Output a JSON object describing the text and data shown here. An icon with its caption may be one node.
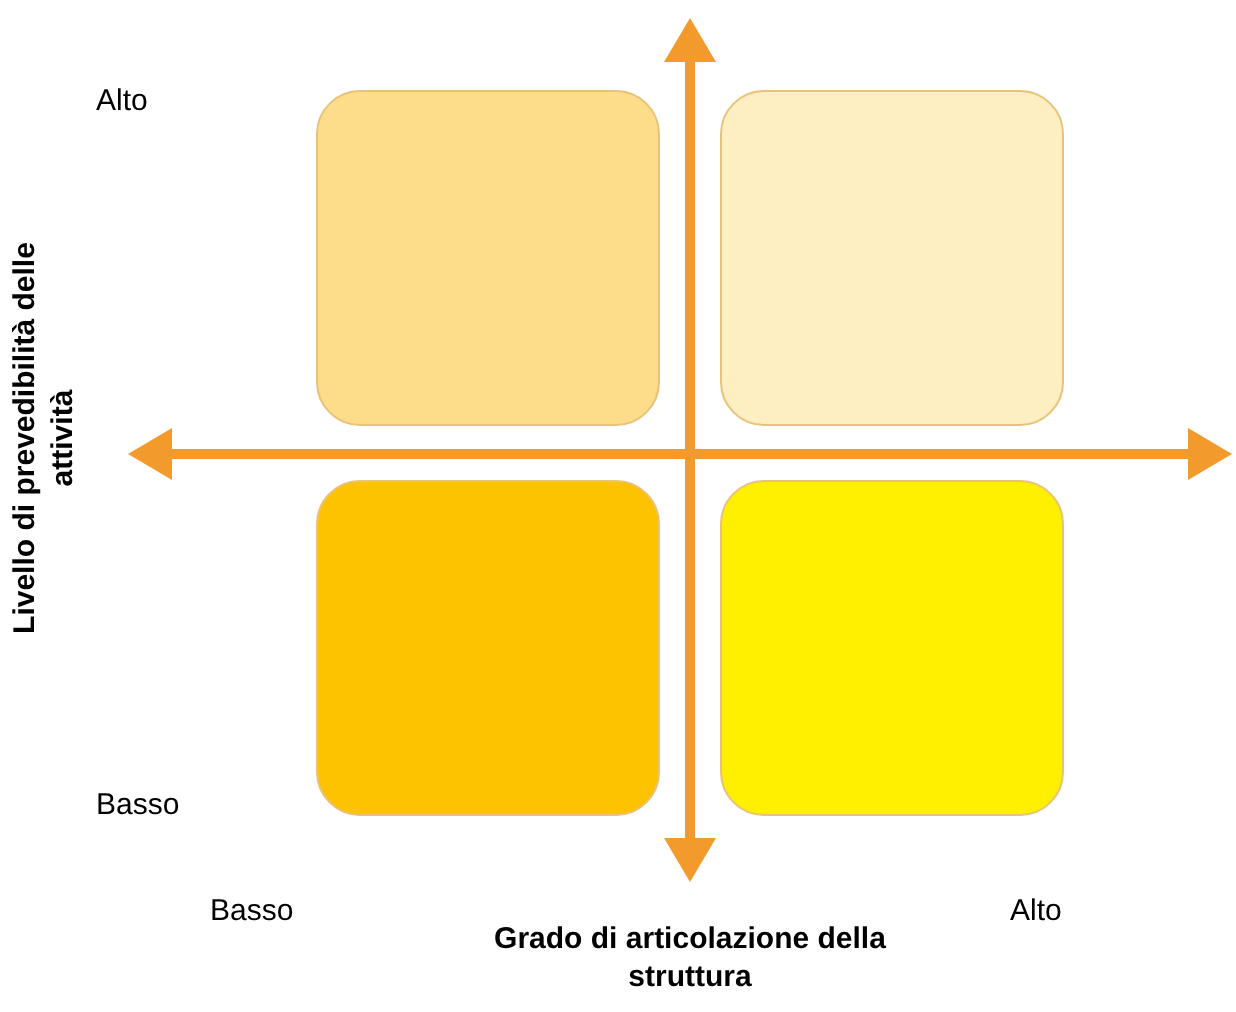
{
  "diagram": {
    "nodes": [
      {
        "text": [],
        "shape": "box"
      },
      {
        "text": [],
        "shape": "box"
      },
      {
        "text": [],
        "shape": "box"
      },
      {
        "text": [],
        "shape": "box"
      }
    ],
    "labels": [
      "Alto",
      "Livello di prevedibilità delle attività",
      "Basso",
      "Basso",
      "Grado di articolazione della struttura",
      "Alto"
    ]
  }
}
